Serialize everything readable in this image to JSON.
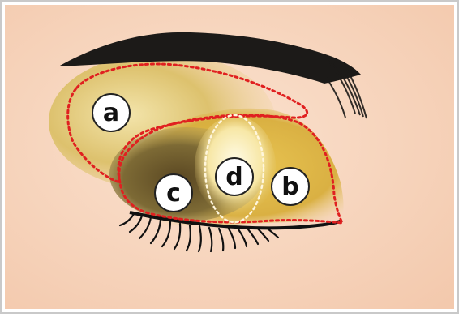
{
  "diagram": {
    "colors": {
      "frame_border": "#c9c9c9",
      "skin": "#f6d2b8",
      "skin_light": "#fbe5d3",
      "brow": "#1c1a18",
      "zone_outline": "#e02020",
      "highlight_outline": "#fff6dc",
      "shadow_gold": "#c7a53e",
      "shadow_dark": "#5a4722",
      "highlight_center": "#fff8d8",
      "lash": "#111111",
      "label_fill": "#ffffff",
      "label_stroke": "#222222"
    },
    "zones": [
      {
        "id": "a",
        "label": "a"
      },
      {
        "id": "b",
        "label": "b"
      },
      {
        "id": "c",
        "label": "c"
      },
      {
        "id": "d",
        "label": "d"
      }
    ]
  }
}
